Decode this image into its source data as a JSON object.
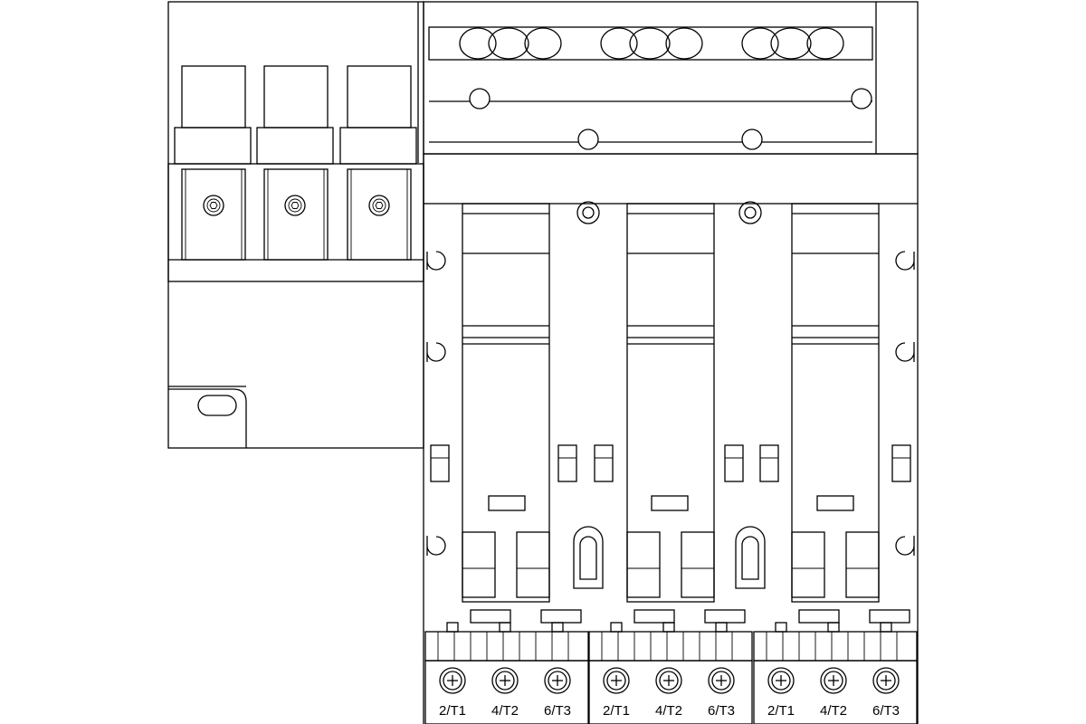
{
  "diagram": {
    "line_color": "#000000",
    "background": "#ffffff",
    "terminal_groups": [
      {
        "labels": [
          "2/T1",
          "4/T2",
          "6/T3"
        ]
      },
      {
        "labels": [
          "2/T1",
          "4/T2",
          "6/T3"
        ]
      },
      {
        "labels": [
          "2/T1",
          "4/T2",
          "6/T3"
        ]
      }
    ],
    "top_fuse_poles": 3,
    "contactor_modules": 3
  }
}
